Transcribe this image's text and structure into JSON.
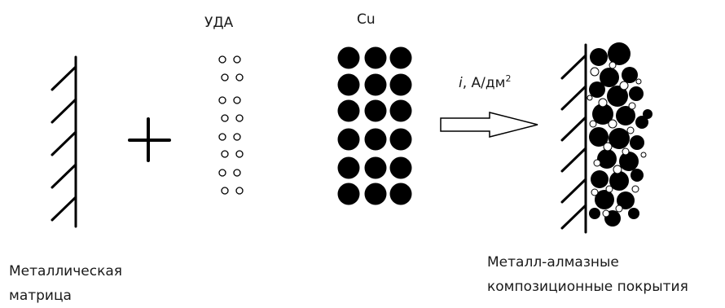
{
  "labels": {
    "uda": "УДА",
    "cu": "Cu",
    "current_symbol": "i",
    "current_units": ", А/дм",
    "current_exponent": "2",
    "matrix_line1": "Металлическая",
    "matrix_line2": "матрица",
    "coating_line1": "Металл-алмазные",
    "coating_line2": "композиционные покрытия"
  },
  "symbols": {
    "plus": "plus-sign",
    "arrow": "process-arrow",
    "metal_surface": "hatched-wall",
    "diamond_particles": "open-circles",
    "copper_particles": "filled-circles"
  },
  "colors": {
    "ink": "#000000",
    "background": "#ffffff"
  }
}
